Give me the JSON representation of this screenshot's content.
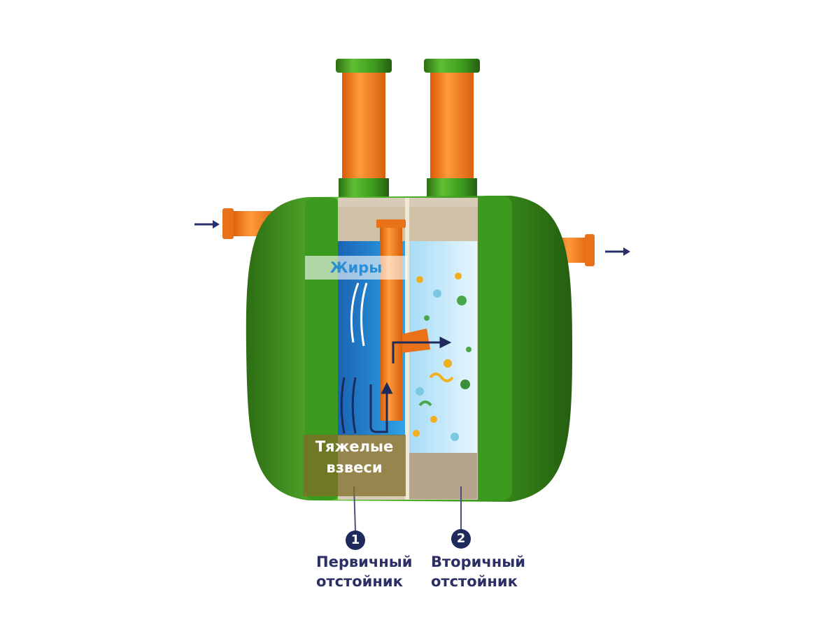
{
  "labels": {
    "fats": "Жиры",
    "heavy_line1": "Тяжелые",
    "heavy_line2": "взвеси"
  },
  "chambers": [
    {
      "number": "1",
      "line1": "Первичный",
      "line2": "отстойник"
    },
    {
      "number": "2",
      "line1": "Вторичный",
      "line2": "отстойник"
    }
  ],
  "colors": {
    "tank": "#3f9a1f",
    "pipe": "#f07a1a",
    "arrow": "#27306b",
    "water_primary": "#1e78c8",
    "water_secondary": "#bfe6fa"
  }
}
